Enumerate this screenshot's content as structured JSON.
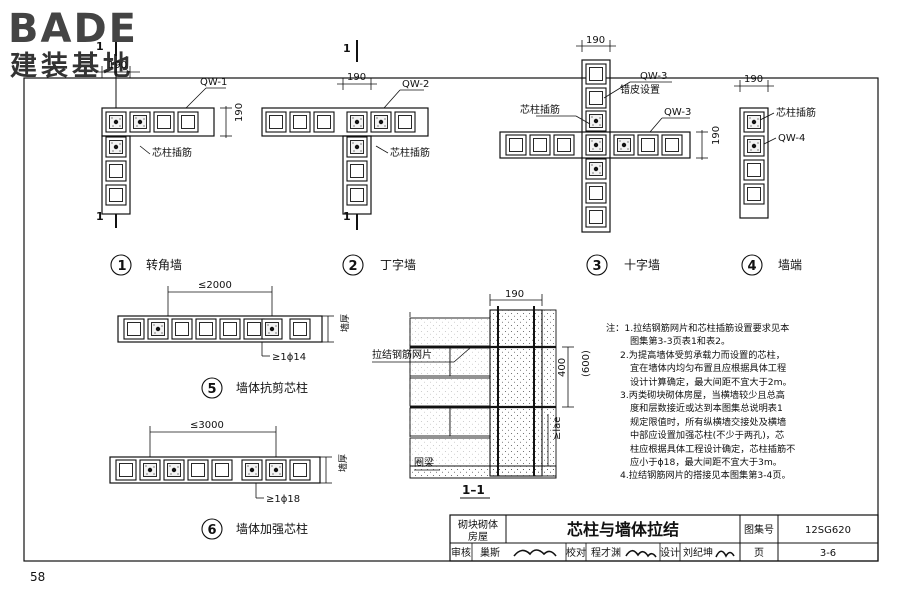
{
  "logo": {
    "line1": "BADE",
    "line2": "建装基地"
  },
  "labels": {
    "qw1": "QW-1",
    "qw2": "QW-2",
    "qw3": "QW-3",
    "qw4": "QW-4",
    "core_bar": "芯柱插筋",
    "stagger": "错皮设置",
    "dim190": "190",
    "sec_mark": "1",
    "lt2000": "≤2000",
    "lt3000": "≤3000",
    "bar14": "≥1ϕ14",
    "bar18": "≥1ϕ18",
    "wall_thick": "墙厚",
    "mesh": "拉结钢筋网片",
    "d400": "400",
    "d600": "(600)",
    "lae": "≥lae",
    "ring_beam": "圈梁",
    "section": "1–1"
  },
  "figures": [
    {
      "num": "1",
      "name": "转角墙"
    },
    {
      "num": "2",
      "name": "丁字墙"
    },
    {
      "num": "3",
      "name": "十字墙"
    },
    {
      "num": "4",
      "name": "墙端"
    },
    {
      "num": "5",
      "name": "墙体抗剪芯柱"
    },
    {
      "num": "6",
      "name": "墙体加强芯柱"
    }
  ],
  "notes": [
    "注：1.拉结钢筋网片和芯柱插筋设置要求见本",
    "图集第3-3页表1和表2。",
    "2.为提高墙体受剪承载力而设置的芯柱，",
    "宜在墙体内均匀布置且应根据具体工程",
    "设计计算确定，最大间距不宜大于2m。",
    "3.丙类砌块砌体房屋，当横墙较少且总高",
    "度和层数接近或达到本图集总说明表1",
    "规定限值时，所有纵横墙交接处及横墙",
    "中部应设置加强芯柱(不少于两孔)，芯",
    "柱应根据具体工程设计确定，芯柱插筋不",
    "应小于ϕ18，最大间距不宜大于3m。",
    "4.拉结钢筋网片的搭接见本图集第3-4页。"
  ],
  "title_block": {
    "category1": "砌块砌体",
    "category2": "房屋",
    "title": "芯柱与墙体拉结",
    "atlas_label": "图集号",
    "atlas_no": "12SG620",
    "review": "审核",
    "reviewer": "巢斯",
    "check": "校对",
    "checker": "程才渊",
    "design": "设计",
    "designer": "刘纪坤",
    "page_label": "页",
    "page_no": "3-6"
  },
  "page_number": "58"
}
